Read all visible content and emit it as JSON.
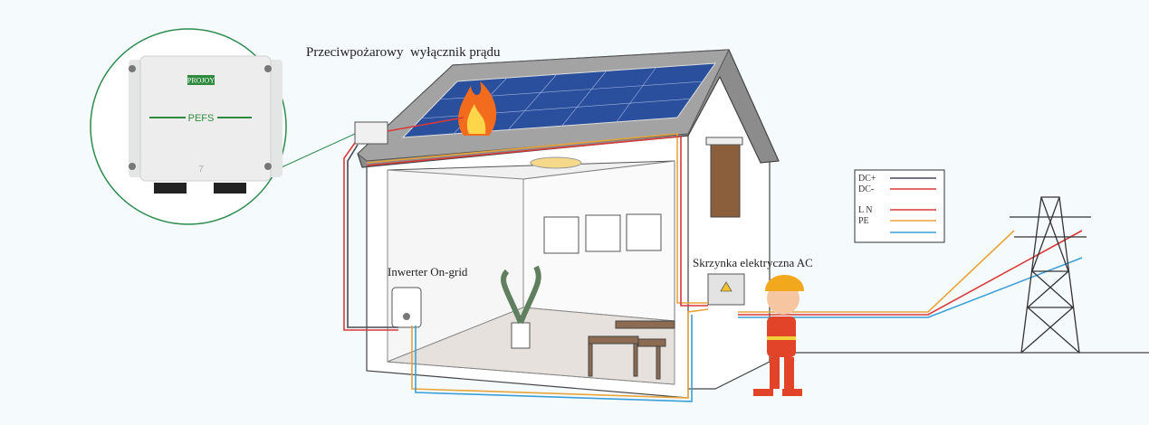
{
  "labels": {
    "switch": "Przeciwpożarowy  wyłącznik prądu",
    "inverter": "Inwerter On-grid",
    "ac_box": "Skrzynka elektryczna AC"
  },
  "device": {
    "brand": "PROJOY",
    "model": "PEFS",
    "mark": "7"
  },
  "legend": {
    "items": [
      {
        "label": "DC+",
        "color": "#4a4a55"
      },
      {
        "label": "DC-",
        "color": "#d9393a"
      },
      {
        "label": "L  N",
        "color": "#d9393a"
      },
      {
        "label": "PE",
        "color": "#e8a43a"
      },
      {
        "label": "",
        "color": "#3a9fd8"
      }
    ]
  },
  "colors": {
    "circle_border": "#2e8b4e",
    "brand_green": "#2e8b3e"
  }
}
